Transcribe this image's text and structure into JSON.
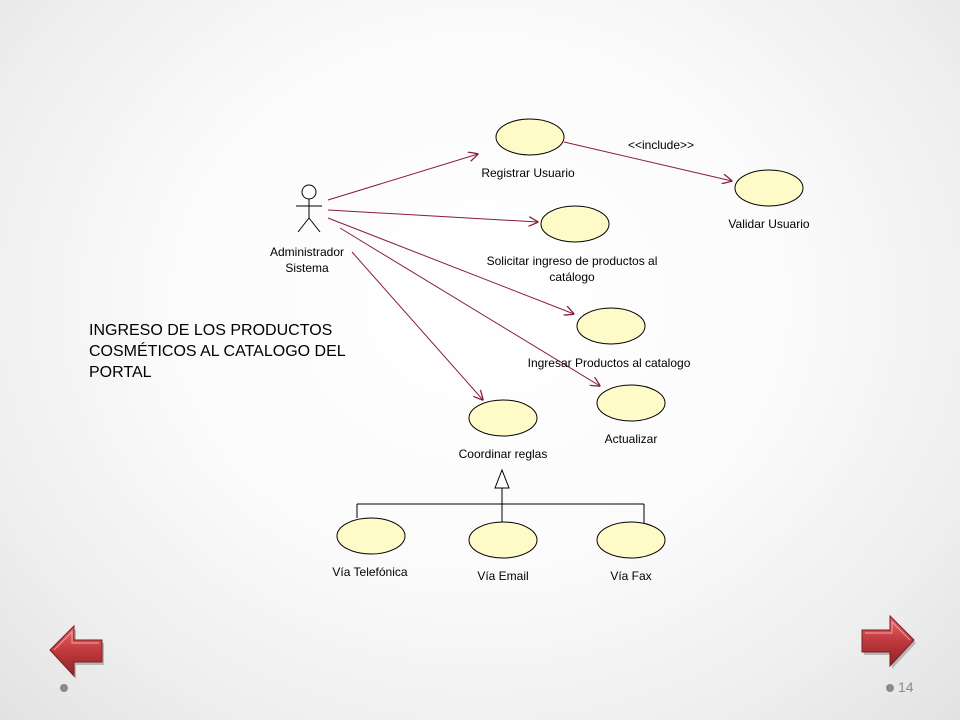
{
  "slide": {
    "title": "INGRESO DE LOS PRODUCTOS\nCOSMÉTICOS AL CATALOGO DEL\nPORTAL",
    "page_number": "14"
  },
  "diagram": {
    "actor": {
      "label_line1": "Administrador",
      "label_line2": "Sistema"
    },
    "use_cases": {
      "registrar_usuario": "Registrar Usuario",
      "validar_usuario": "Validar Usuario",
      "solicitar_line1": "Solicitar ingreso de productos al",
      "solicitar_line2": "catálogo",
      "ingresar_productos": "Ingresar Productos al catalogo",
      "actualizar": "Actualizar",
      "coordinar_reglas": "Coordinar reglas",
      "via_telefonica": "Vía Telefónica",
      "via_email": "Vía Email",
      "via_fax": "Vía Fax"
    },
    "include_stereotype": "<<include>>"
  },
  "navigation": {
    "prev_icon": "left-arrow-icon",
    "next_icon": "right-arrow-icon",
    "button_color": "#c0393c"
  },
  "colors": {
    "use_case_fill": "#fffbc8",
    "line_color": "#8a1c3c"
  }
}
